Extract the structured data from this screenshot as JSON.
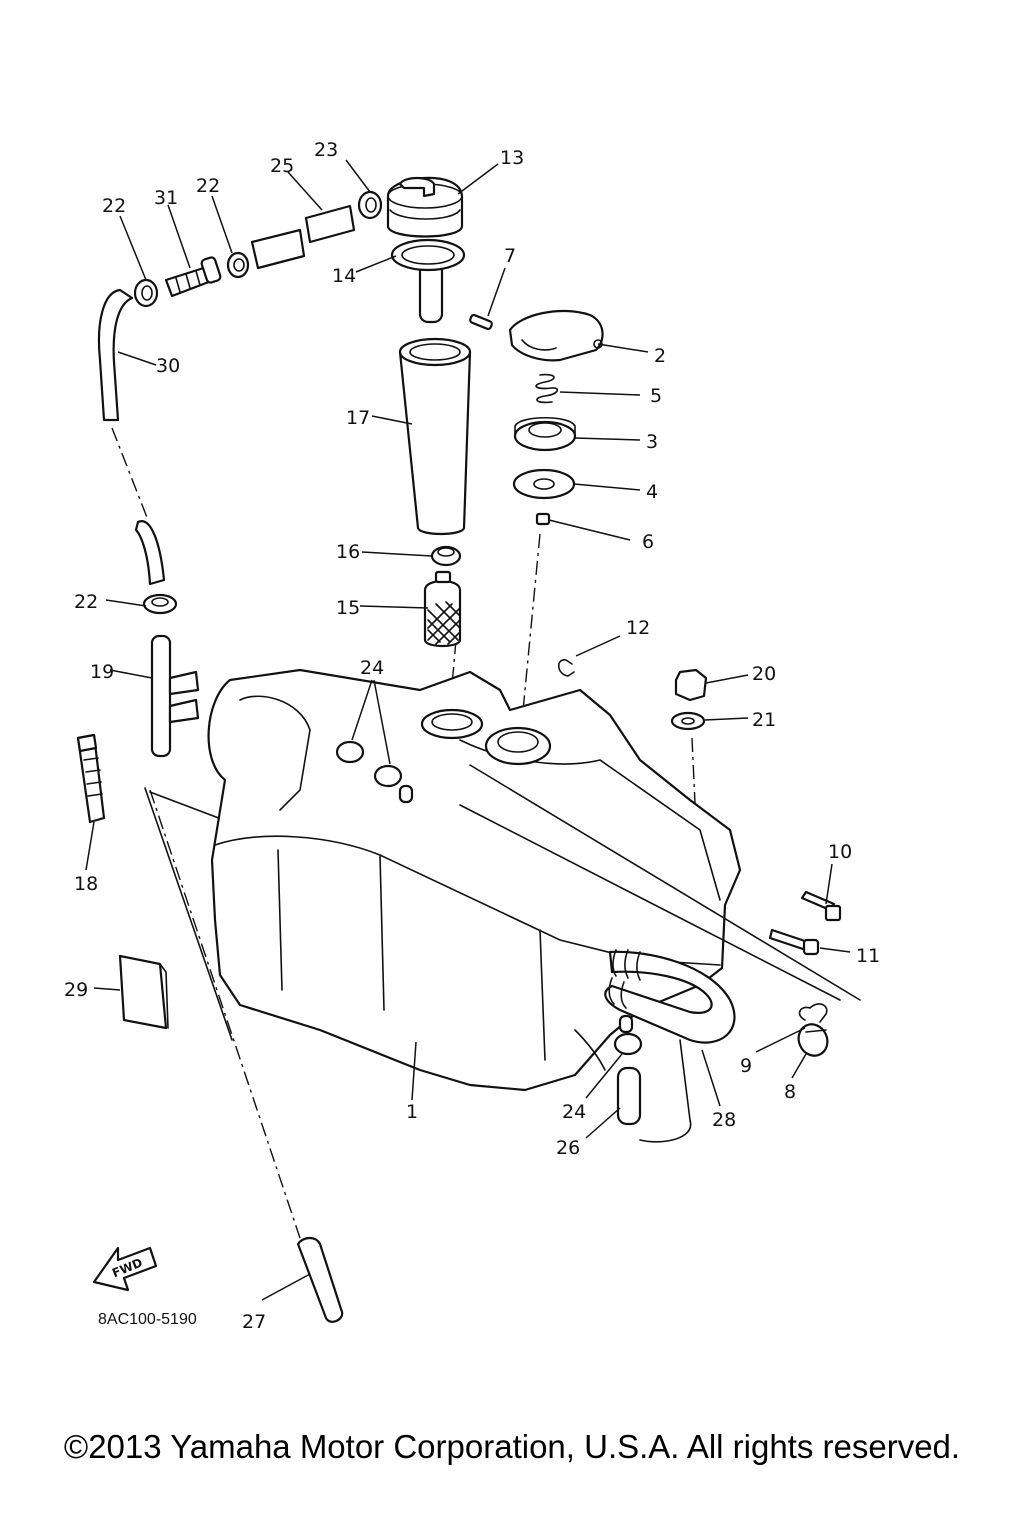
{
  "diagram": {
    "part_code": "8AC100-5190",
    "fwd_label": "FWD",
    "callouts": [
      "1",
      "2",
      "3",
      "4",
      "5",
      "6",
      "7",
      "8",
      "9",
      "10",
      "11",
      "12",
      "13",
      "14",
      "15",
      "16",
      "17",
      "18",
      "19",
      "20",
      "21",
      "22",
      "23",
      "24",
      "25",
      "26",
      "27",
      "28",
      "29",
      "30",
      "31"
    ],
    "extra_callouts": {
      "c22b": "22",
      "c22c": "22",
      "c24b": "24"
    }
  },
  "footer": {
    "copyright": "©2013 Yamaha Motor Corporation, U.S.A. All rights reserved."
  }
}
